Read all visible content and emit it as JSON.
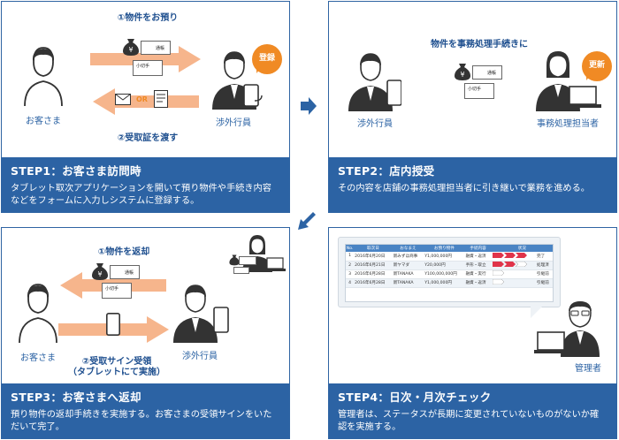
{
  "step1": {
    "top_label": "①物件をお預り",
    "bottom_label": "②受取証を渡す",
    "customer": "お客さま",
    "agent": "渉外行員",
    "badge": "登録",
    "doc_passbook": "通帳",
    "doc_check": "小切手",
    "or": "OR",
    "title": "STEP1：お客さま訪問時",
    "desc": "タブレット取次アプリケーションを開いて預り物件や手続き内容などをフォームに入力しシステムに登録する。"
  },
  "step2": {
    "top_label": "物件を事務処理手続きに",
    "agent": "渉外行員",
    "clerk": "事務処理担当者",
    "badge": "更新",
    "doc_passbook": "通帳",
    "doc_check": "小切手",
    "title": "STEP2：店内授受",
    "desc": "その内容を店舗の事務処理担当者に引き継いで業務を進める。"
  },
  "step3": {
    "top_label": "①物件を返却",
    "bottom_label_1": "②受取サイン受領",
    "bottom_label_2": "（タブレットにて実施）",
    "customer": "お客さま",
    "agent": "渉外行員",
    "doc_passbook": "通帳",
    "doc_check": "小切手",
    "title": "STEP3：お客さまへ返却",
    "desc": "預り物件の返却手続きを実施する。お客さまの受領サインをいただいて完了。"
  },
  "step4": {
    "manager": "管理者",
    "title": "STEP4：日次・月次チェック",
    "desc": "管理者は、ステータスが長期に変更されていないものがないか確認を実施する。",
    "table": {
      "headers": [
        "No.",
        "取次日",
        "おなまえ",
        "お預り物件",
        "手続内容",
        "状況",
        ""
      ],
      "rows": [
        [
          "1",
          "2016年6月20日",
          "新みずほ商事",
          "Y1,000,000円",
          "融資・返済",
          "",
          "完了"
        ],
        [
          "2",
          "2016年6月21日",
          "新ヤマダ",
          "Y20,000円",
          "手形・取立",
          "",
          "処理済"
        ],
        [
          "3",
          "2016年6月28日",
          "新TANAKA",
          "Y100,000,000円",
          "融資・実行",
          "",
          "引継前"
        ],
        [
          "4",
          "2016年6月28日",
          "新TANAKA",
          "Y1,000,000円",
          "融資・返済",
          "",
          "引継前"
        ]
      ]
    }
  },
  "colors": {
    "brand_blue": "#2c63a4",
    "arrow_orange": "#f6b58c",
    "badge_orange": "#f08a24",
    "status_red": "#e0344a"
  }
}
